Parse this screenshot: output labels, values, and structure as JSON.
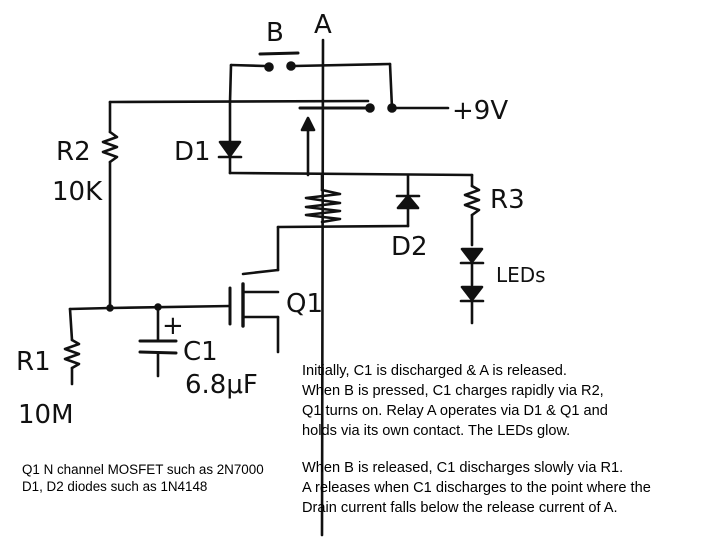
{
  "labels": {
    "switch_b": "B",
    "relay_a": "A",
    "supply": "+9V",
    "r2_name": "R2",
    "r2_value": "10K",
    "d1": "D1",
    "r3": "R3",
    "d2": "D2",
    "leds": "LEDs",
    "q1": "Q1",
    "c1_name": "C1",
    "c1_polarity": "+",
    "c1_value": "6.8μF",
    "r1_name": "R1",
    "r1_value": "10M"
  },
  "notes": {
    "operation": [
      "Initially, C1 is discharged & A is released.",
      "When B is pressed, C1 charges rapidly via R2,",
      "Q1 turns on.  Relay A operates via D1 & Q1 and",
      "holds via its own contact.  The LEDs glow."
    ],
    "release": [
      "When B is released, C1 discharges slowly via R1.",
      "A releases when C1 discharges to the point where the",
      "Drain current falls below the release current of A."
    ],
    "parts": [
      "Q1 N channel MOSFET such as 2N7000",
      "D1, D2 diodes such as 1N4148"
    ]
  },
  "colors": {
    "ink": "#111111",
    "background": "#ffffff"
  }
}
